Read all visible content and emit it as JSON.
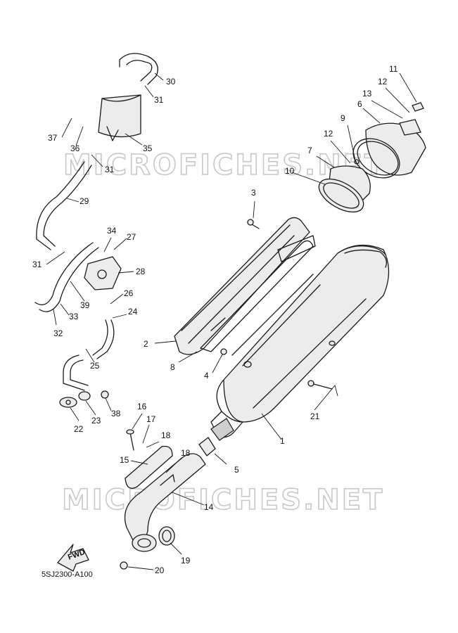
{
  "watermarks": [
    "MICROFICHES.NET",
    "MICROFICHES.NET"
  ],
  "diagram_code": "5SJ2300-A100",
  "fwd_label": "FWD",
  "callouts": [
    "1",
    "2",
    "3",
    "4",
    "5",
    "6",
    "7",
    "8",
    "9",
    "10",
    "11",
    "12",
    "12",
    "13",
    "14",
    "15",
    "16",
    "17",
    "18",
    "18",
    "19",
    "20",
    "21",
    "22",
    "23",
    "24",
    "25",
    "26",
    "27",
    "28",
    "29",
    "30",
    "31",
    "31",
    "31",
    "32",
    "33",
    "34",
    "35",
    "36",
    "37",
    "38",
    "39"
  ]
}
